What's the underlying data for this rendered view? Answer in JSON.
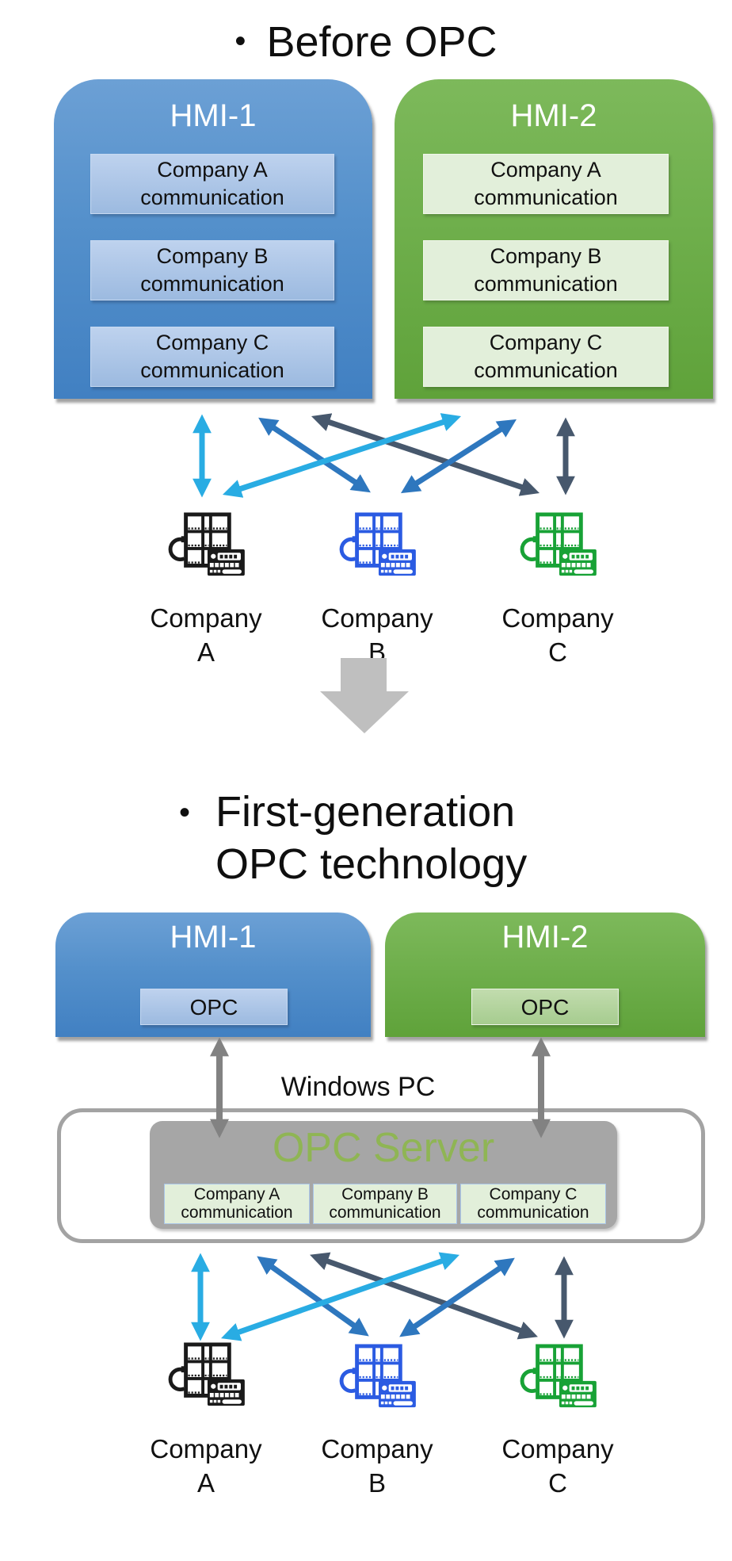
{
  "before": {
    "bullet": "•",
    "title": "Before OPC",
    "hmi1": {
      "title": "HMI-1",
      "slots": [
        [
          "Company A",
          "communication"
        ],
        [
          "Company B",
          "communication"
        ],
        [
          "Company C",
          "communication"
        ]
      ]
    },
    "hmi2": {
      "title": "HMI-2",
      "slots": [
        [
          "Company A",
          "communication"
        ],
        [
          "Company B",
          "communication"
        ],
        [
          "Company C",
          "communication"
        ]
      ]
    },
    "companies": [
      [
        "Company",
        "A"
      ],
      [
        "Company",
        "B"
      ],
      [
        "Company",
        "C"
      ]
    ]
  },
  "after": {
    "bullet": "•",
    "title_line1": "First-generation",
    "title_line2": "OPC technology",
    "hmi1": {
      "title": "HMI-1",
      "slot": "OPC"
    },
    "hmi2": {
      "title": "HMI-2",
      "slot": "OPC"
    },
    "windows_pc_label": "Windows PC",
    "opc_server": {
      "title": "OPC Server",
      "slots": [
        [
          "Company A",
          "communication"
        ],
        [
          "Company B",
          "communication"
        ],
        [
          "Company C",
          "communication"
        ]
      ]
    },
    "companies": [
      [
        "Company",
        "A"
      ],
      [
        "Company",
        "B"
      ],
      [
        "Company",
        "C"
      ]
    ]
  },
  "colors": {
    "hmi_blue_top": "#6CA0D5",
    "hmi_blue_bottom": "#4180C2",
    "hmi_blue_slot": "#AEC9E9",
    "hmi_green_top": "#7DB95B",
    "hmi_green_bottom": "#5FA23A",
    "hmi_green_slot_light": "#E2EFDA",
    "hmi_green_slot": "#B5D5A0",
    "server_panel_gray": "#A6A6A6",
    "server_title_green": "#8FB554",
    "windows_pc_border_gray": "#A3A3A3",
    "arrow_cyan": "#29ACE3",
    "arrow_blue": "#2E77BE",
    "arrow_slate": "#47586D",
    "arrow_gray": "#828282",
    "transition_arrow_gray": "#BFBFBF",
    "plc_black": "#1A1A1A",
    "plc_blue": "#2B5BE2",
    "plc_green": "#18A236"
  }
}
